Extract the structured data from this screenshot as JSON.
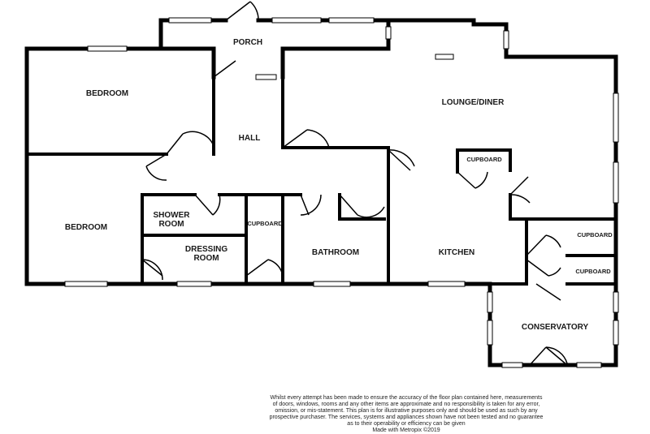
{
  "rooms": {
    "porch": "PORCH",
    "bedroom_1": "BEDROOM",
    "lounge_diner": "LOUNGE/DINER",
    "hall": "HALL",
    "cupboard_lounge": "CUPBOARD",
    "bedroom_2": "BEDROOM",
    "shower_room": [
      "SHOWER",
      "ROOM"
    ],
    "cupboard_dressing": "CUPBOARD",
    "dressing_room": [
      "DRESSING",
      "ROOM"
    ],
    "bathroom": "BATHROOM",
    "kitchen": "KITCHEN",
    "cupboard_upper": "CUPBOARD",
    "cupboard_lower": "CUPBOARD",
    "conservatory": "CONSERVATORY"
  },
  "disclaimer": [
    "Whilst every attempt has been made to ensure the accuracy of the floor plan contained here, measurements",
    "of doors, windows, rooms and any other items are approximate and no responsibility is taken for any error,",
    "omission, or mis-statement. This plan is for illustrative purposes only and should be used as such by any",
    "prospective purchaser. The services, systems and appliances shown have not been tested and no guarantee",
    "as to their operability or efficiency can be given",
    "Made with Metropix ©2019"
  ]
}
